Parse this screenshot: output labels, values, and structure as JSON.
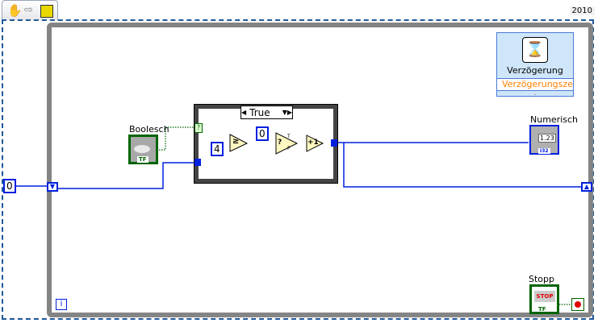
{
  "toolbar": {
    "icons": [
      "hand-tool-icon",
      "run-arrow-icon",
      "vi-icon"
    ]
  },
  "version": "2010",
  "shift_register_init": "0",
  "case_structure": {
    "selector": "True",
    "unwired_terminal": "?"
  },
  "constants": {
    "four": "4",
    "zero": "0"
  },
  "nodes": {
    "greater_equal": "≥",
    "select": "?",
    "increment": "+1",
    "select_t": "T",
    "select_f": "F"
  },
  "boolean_control": {
    "label": "Boolesch",
    "type": "TF"
  },
  "numeric_indicator": {
    "label": "Numerisch",
    "value": "1.23",
    "type": "I32"
  },
  "express_vi": {
    "title": "Verzögerung",
    "input": "Verzögerungszei"
  },
  "stop_button": {
    "label": "Stopp",
    "text": "STOP",
    "type": "TF"
  },
  "iteration": "i",
  "colors": {
    "int_wire": "#0020e0",
    "bool_wire": "#006400",
    "loop": "#848484",
    "express_bg": "#cfe6fa",
    "orange": "#ff7f00"
  }
}
